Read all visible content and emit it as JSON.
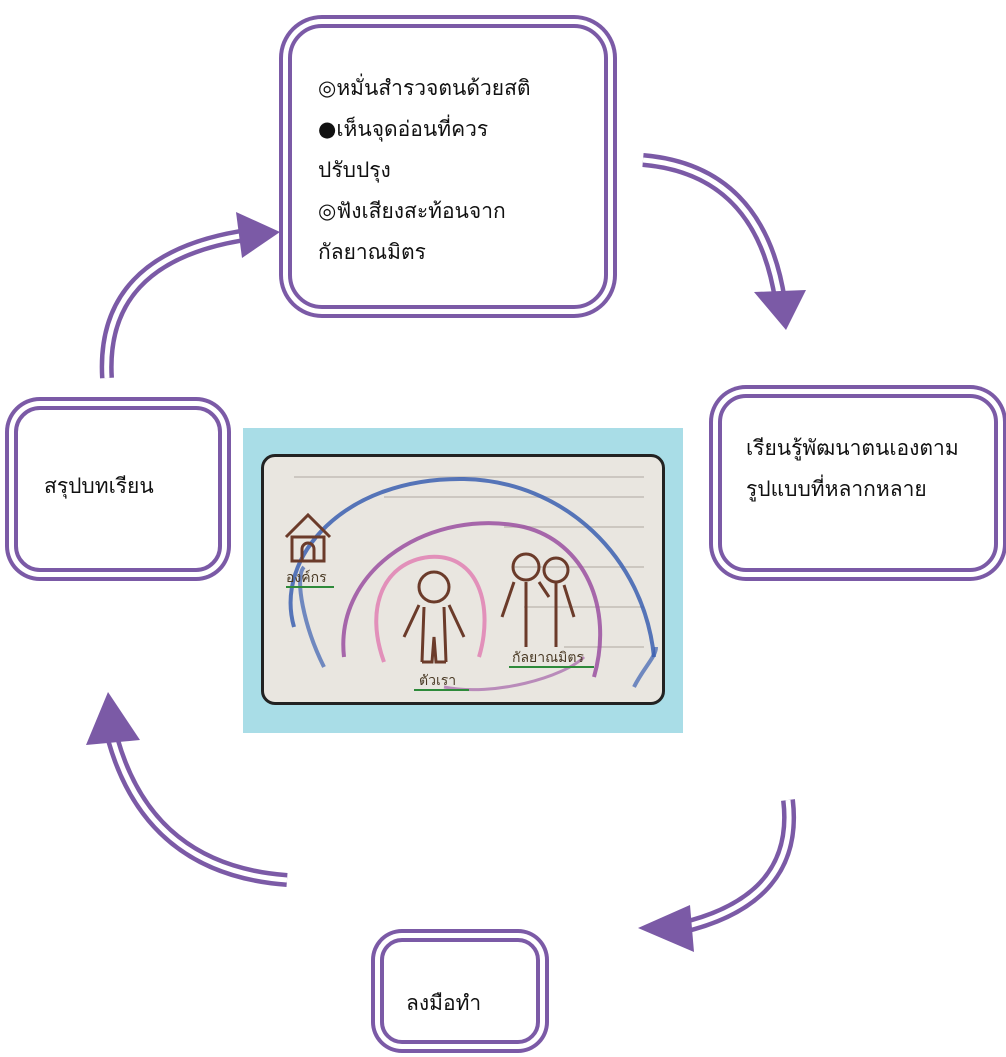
{
  "boxes": {
    "top": {
      "lines": [
        "◎หมั่นสำรวจตนด้วยสติ",
        "●เห็นจุดอ่อนที่ควร",
        "ปรับปรุง",
        "◎ฟังเสียงสะท้อนจาก",
        "กัลยาณมิตร"
      ]
    },
    "right": {
      "lines": [
        "เรียนรู้พัฒนาตนเองตาม",
        "รูปแบบที่หลากหลาย"
      ]
    },
    "left": {
      "lines": [
        "สรุปบทเรียน"
      ]
    },
    "bottom": {
      "lines": [
        "ลงมือทำ"
      ]
    }
  },
  "illustration": {
    "labels": {
      "organization": "องค์กร",
      "self": "ตัวเรา",
      "friends": "กัลยาณมิตร"
    }
  },
  "colors": {
    "accent": "#7b5aa6",
    "photo_bg": "#a9dde7"
  }
}
